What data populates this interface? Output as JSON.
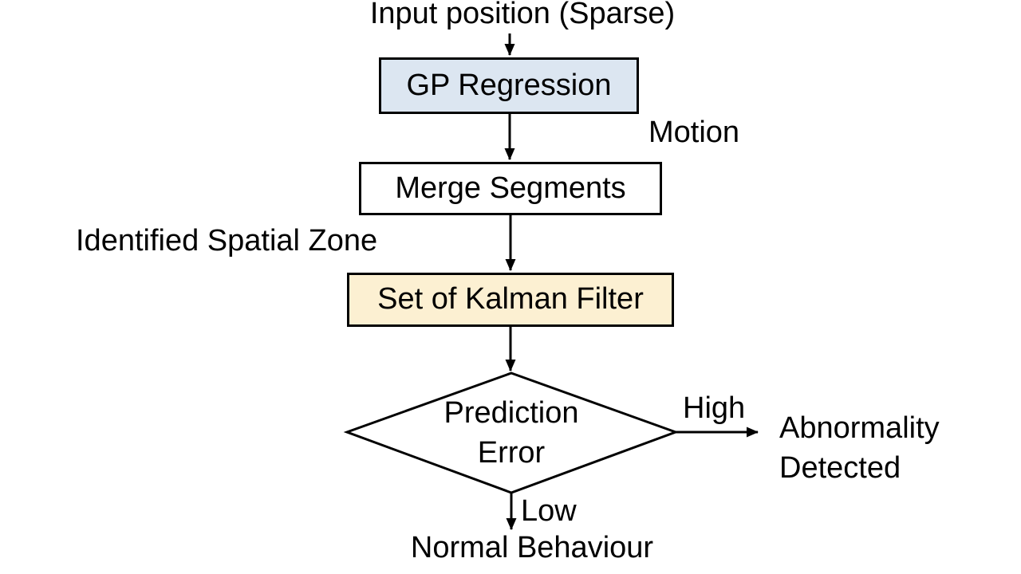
{
  "diagram": {
    "input_label": "Input position (Sparse)",
    "boxes": {
      "gp_regression": {
        "label": "GP Regression",
        "fill": "#dce6f1"
      },
      "merge_segments": {
        "label": "Merge Segments",
        "fill": "#ffffff"
      },
      "kalman_filter": {
        "label": "Set of Kalman Filter",
        "fill": "#fcf0d2"
      }
    },
    "decision": {
      "shape": "diamond",
      "lines": [
        "Prediction",
        "Error"
      ]
    },
    "edge_labels": {
      "motion": "Motion",
      "identified_zone": "Identified Spatial Zone",
      "high": "High",
      "low": "Low"
    },
    "outcomes": {
      "abnormality_lines": [
        "Abnormality",
        "Detected"
      ],
      "normal": "Normal Behaviour"
    },
    "colors": {
      "stroke": "#000000",
      "text": "#000000",
      "gp_fill": "#dce6f1",
      "kalman_fill": "#fcf0d2",
      "background": "#ffffff"
    },
    "flow": [
      "Input position (Sparse) -> GP Regression",
      "GP Regression -> Merge Segments",
      "Merge Segments -> Set of Kalman Filter",
      "Set of Kalman Filter -> Prediction Error",
      "Prediction Error -High-> Abnormality Detected",
      "Prediction Error -Low-> Normal Behaviour"
    ]
  }
}
